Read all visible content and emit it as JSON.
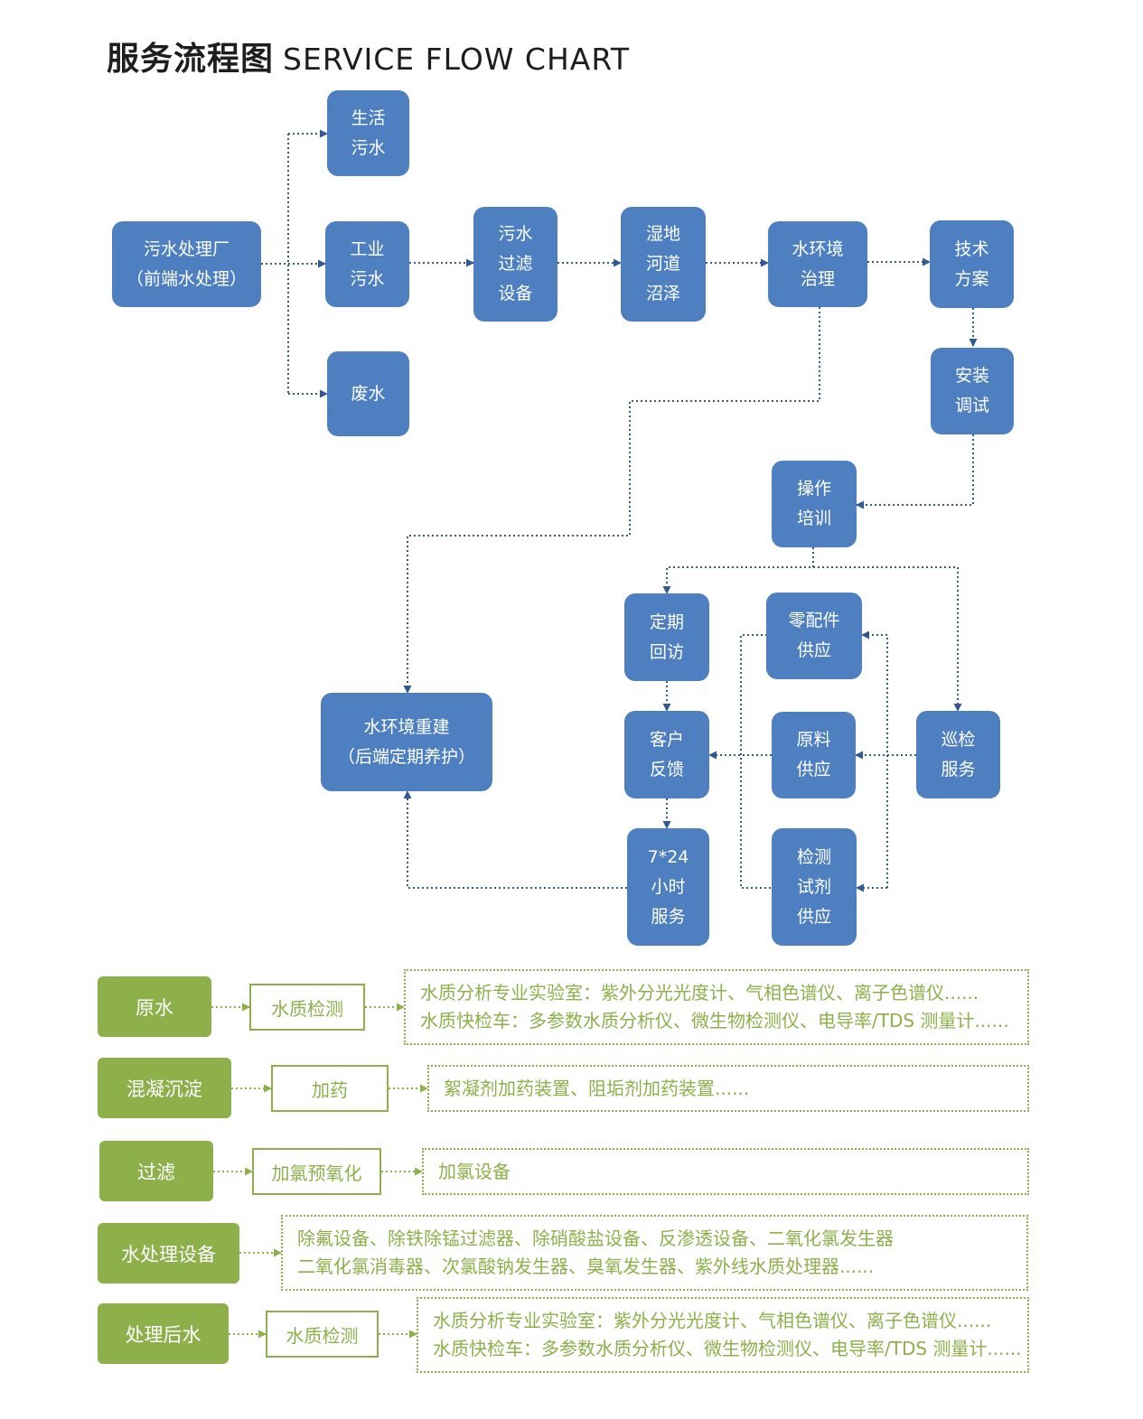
{
  "title": {
    "cn": "服务流程图",
    "en": "SERVICE  FLOW  CHART"
  },
  "colors": {
    "blue": "#4e80c1",
    "green": "#8db04b",
    "connector": "#2f5a93"
  },
  "flow": {
    "plant": [
      "污水处理厂",
      "（前端水处理）"
    ],
    "domestic": [
      "生活",
      "污水"
    ],
    "industrial": [
      "工业",
      "污水"
    ],
    "wastewater": [
      "废水"
    ],
    "filter": [
      "污水",
      "过滤",
      "设备"
    ],
    "wetland": [
      "湿地",
      "河道",
      "沼泽"
    ],
    "governance": [
      "水环境",
      "治理"
    ],
    "tech": [
      "技术",
      "方案"
    ],
    "install": [
      "安装",
      "调试"
    ],
    "training": [
      "操作",
      "培训"
    ],
    "revisit": [
      "定期",
      "回访"
    ],
    "parts": [
      "零配件",
      "供应"
    ],
    "feedback": [
      "客户",
      "反馈"
    ],
    "materials": [
      "原料",
      "供应"
    ],
    "patrol": [
      "巡检",
      "服务"
    ],
    "service247": [
      "7*24",
      "小时",
      "服务"
    ],
    "reagents": [
      "检测",
      "试剂",
      "供应"
    ],
    "rebuild": [
      "水环境重建",
      "（后端定期养护）"
    ]
  },
  "process": [
    {
      "stage": "原水",
      "step": "水质检测",
      "details": [
        "水质分析专业实验室：紫外分光光度计、气相色谱仪、离子色谱仪......",
        "水质快检车：多参数水质分析仪、微生物检测仪、电导率/TDS 测量计......"
      ]
    },
    {
      "stage": "混凝沉淀",
      "step": "加药",
      "details": [
        "絮凝剂加药装置、阻垢剂加药装置......"
      ]
    },
    {
      "stage": "过滤",
      "step": "加氯预氧化",
      "details": [
        "加氯设备"
      ]
    },
    {
      "stage": "水处理设备",
      "step": "",
      "details": [
        "除氟设备、除铁除锰过滤器、除硝酸盐设备、反渗透设备、二氧化氯发生器",
        "二氧化氯消毒器、次氯酸钠发生器、臭氧发生器、紫外线水质处理器......"
      ]
    },
    {
      "stage": "处理后水",
      "step": "水质检测",
      "details": [
        "水质分析专业实验室：紫外分光光度计、气相色谱仪、离子色谱仪......",
        "水质快检车：多参数水质分析仪、微生物检测仪、电导率/TDS 测量计......"
      ]
    }
  ]
}
